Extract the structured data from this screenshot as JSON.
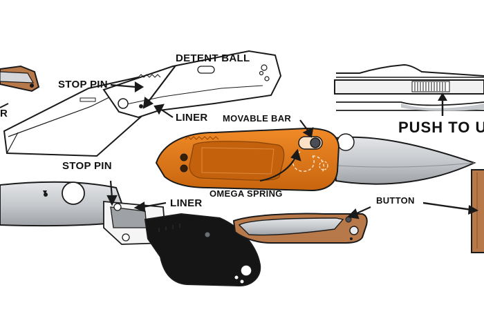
{
  "labels": {
    "partial_left": "R",
    "stop_pin_top": "STOP PIN",
    "detent_ball": "DETENT BALL",
    "liner_top": "LINER",
    "movable_bar": "MOVABLE BAR",
    "omega_spring": "OMEGA SPRING",
    "push_to_unlock": "PUSH TO U",
    "stop_pin_bottom": "STOP PIN",
    "liner_bottom": "LINER",
    "button": "BUTTON"
  },
  "colors": {
    "outline": "#1a1a1a",
    "orange_handle": "#e07a1e",
    "orange_dark": "#b85d10",
    "bronze_handle": "#b7784a",
    "blade_steel": "#c9ccd0",
    "black_scale": "#151515"
  }
}
